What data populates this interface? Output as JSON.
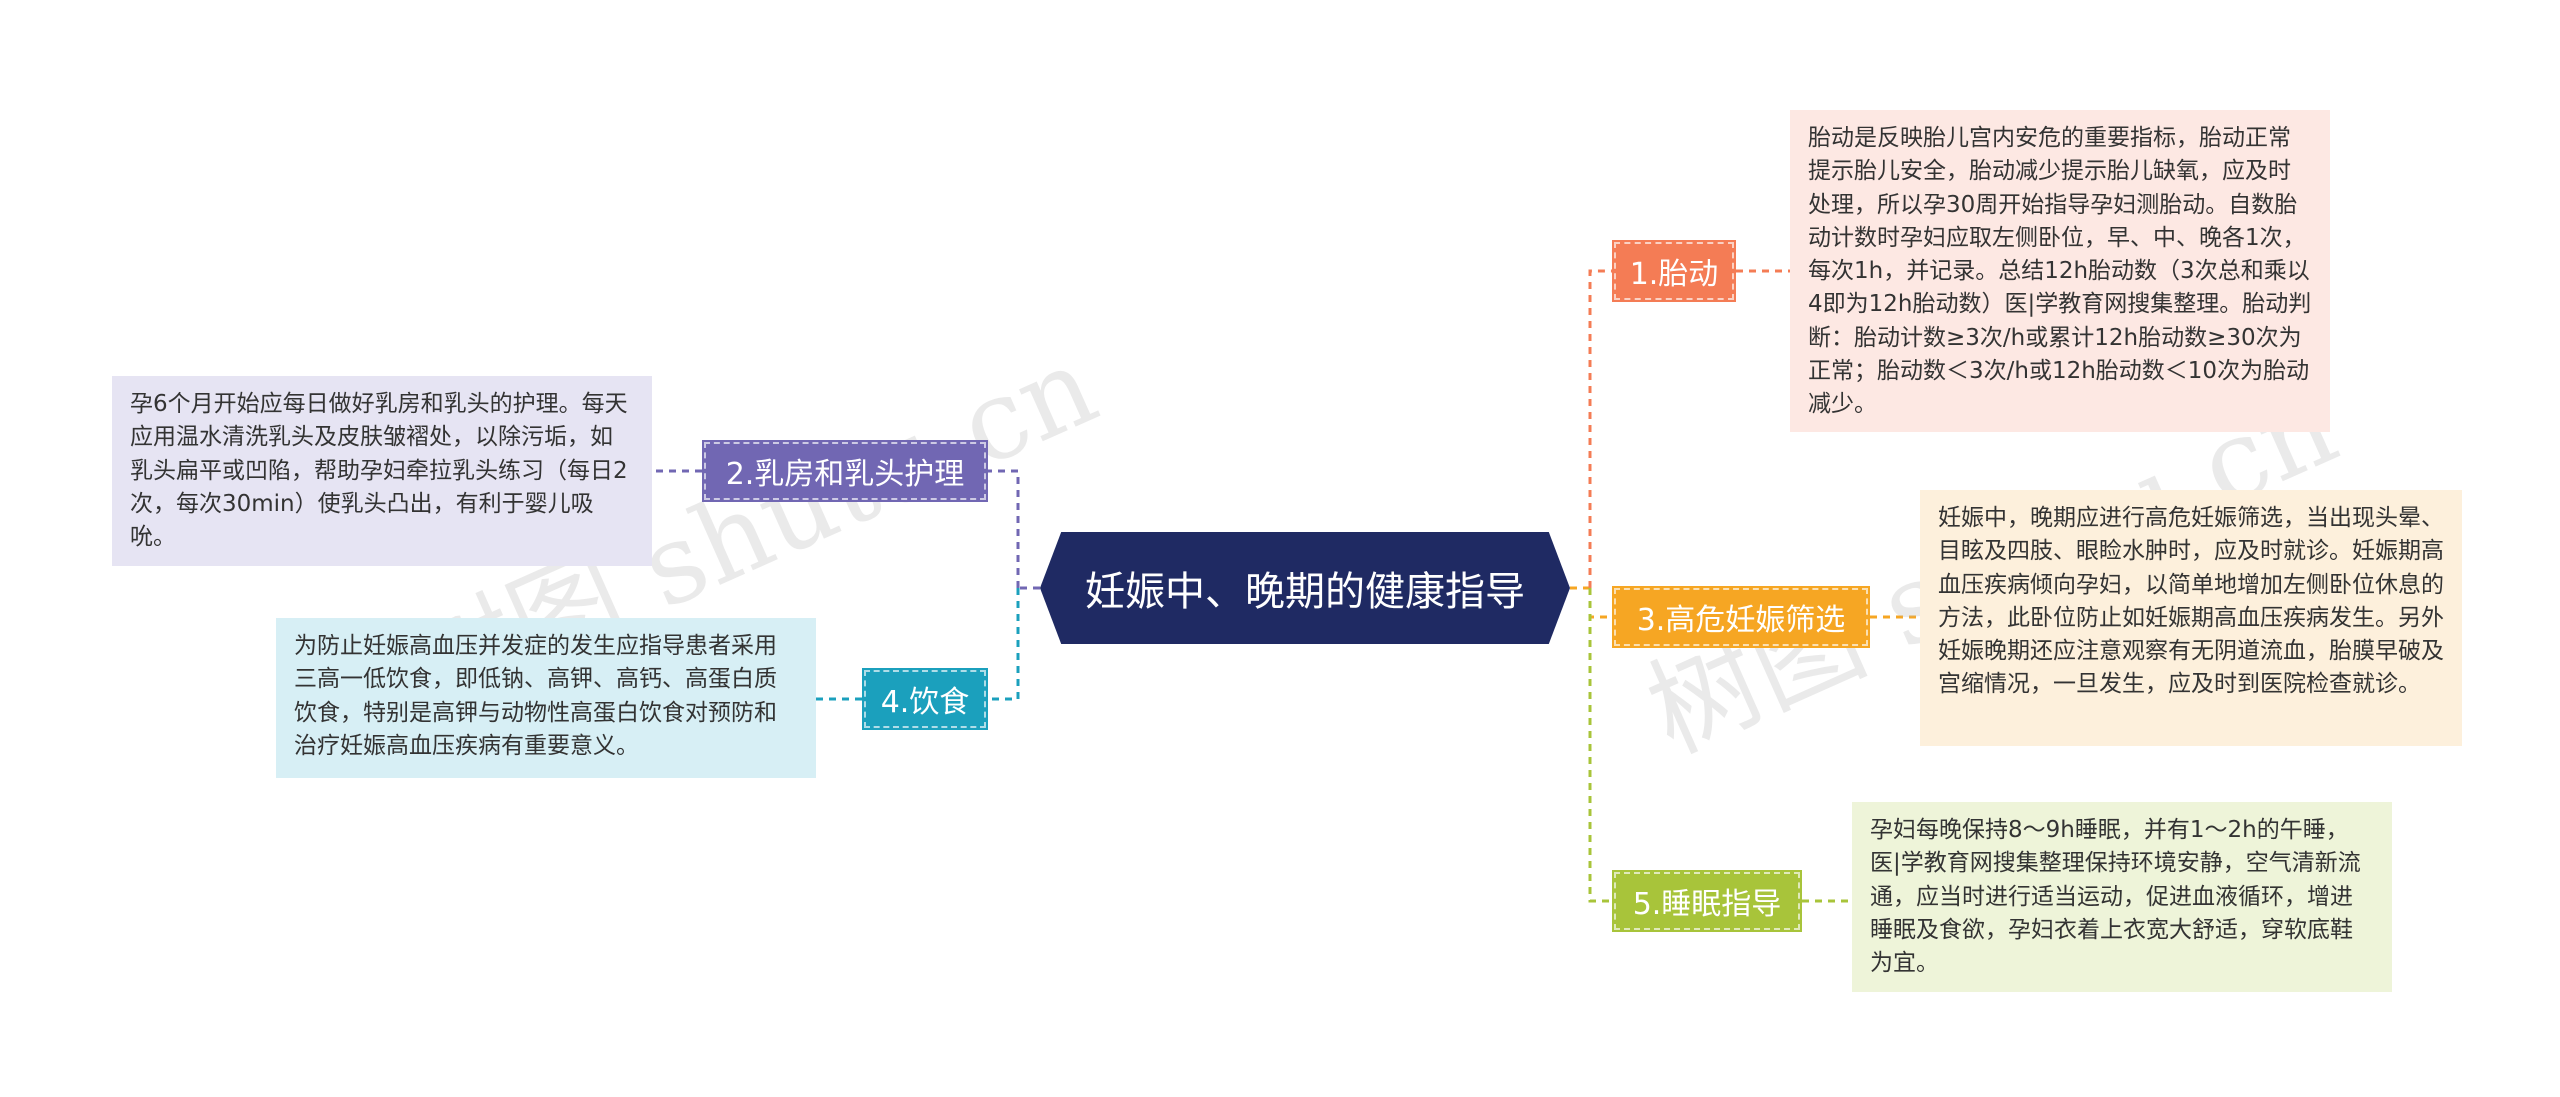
{
  "central": {
    "label": "妊娠中、晚期的健康指导",
    "color": "#1f2a63"
  },
  "branches": [
    {
      "key": "fetal",
      "label": "1.胎动",
      "color": "#f47c55",
      "leaf": "胎动是反映胎儿宫内安危的重要指标，胎动正常提示胎儿安全，胎动减少提示胎儿缺氧，应及时处理，所以孕30周开始指导孕妇测胎动。自数胎动计数时孕妇应取左侧卧位，早、中、晚各1次，每次1h，并记录。总结12h胎动数（3次总和乘以4即为12h胎动数）医|学教育网搜集整理。胎动判断：胎动计数≥3次/h或累计12h胎动数≥30次为正常；胎动数＜3次/h或12h胎动数＜10次为胎动减少。",
      "leaf_bg": "#fde8e3"
    },
    {
      "key": "breast",
      "label": "2.乳房和乳头护理",
      "color": "#7167b3",
      "leaf": "孕6个月开始应每日做好乳房和乳头的护理。每天应用温水清洗乳头及皮肤皱褶处，以除污垢，如乳头扁平或凹陷，帮助孕妇牵拉乳头练习（每日2次，每次30min）使乳头凸出，有利于婴儿吸吮。",
      "leaf_bg": "#e6e4f3"
    },
    {
      "key": "risk",
      "label": "3.高危妊娠筛选",
      "color": "#f6a623",
      "leaf": "妊娠中，晚期应进行高危妊娠筛选，当出现头晕、目眩及四肢、眼睑水肿时，应及时就诊。妊娠期高血压疾病倾向孕妇，以简单地增加左侧卧位休息的方法，此卧位防止如妊娠期高血压疾病发生。另外妊娠晚期还应注意观察有无阴道流血，胎膜早破及宫缩情况，一旦发生，应及时到医院检查就诊。",
      "leaf_bg": "#fdf0dc"
    },
    {
      "key": "diet",
      "label": "4.饮食",
      "color": "#1ba0bd",
      "leaf": "为防止妊娠高血压并发症的发生应指导患者采用三高一低饮食，即低钠、高钾、高钙、高蛋白质饮食，特别是高钾与动物性高蛋白饮食对预防和治疗妊娠高血压疾病有重要意义。",
      "leaf_bg": "#d7eff5"
    },
    {
      "key": "sleep",
      "label": "5.睡眠指导",
      "color": "#a8c43a",
      "leaf": "孕妇每晚保持8～9h睡眠，并有1～2h的午睡，医|学教育网搜集整理保持环境安静，空气清新流通，应当时进行适当运动，促进血液循环，增进睡眠及食欲，孕妇衣着上衣宽大舒适，穿软底鞋为宜。",
      "leaf_bg": "#eef4d9"
    }
  ],
  "watermarks": [
    "树图 shutu.cn",
    "树图 shutu.cn"
  ]
}
